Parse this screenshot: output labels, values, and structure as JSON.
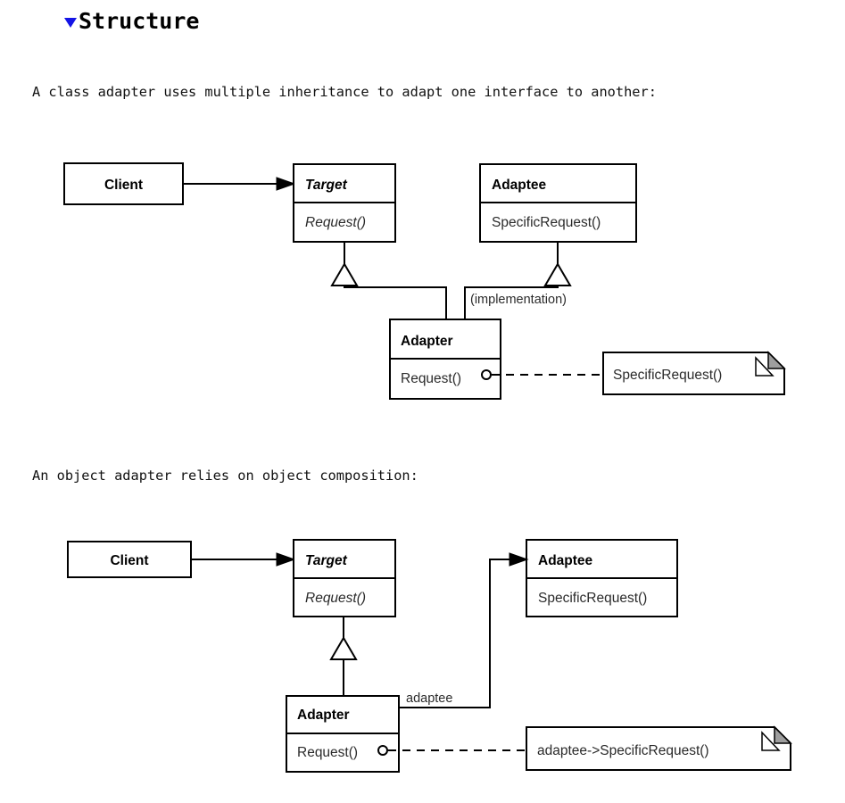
{
  "heading": {
    "toggle_icon": "triangle-down-icon",
    "toggle_color": "#1414e6",
    "text": "Structure"
  },
  "paragraphs": {
    "class_adapter": "A class adapter uses multiple inheritance to adapt one interface to another:",
    "object_adapter": "An object adapter relies on object composition:"
  },
  "figures": [
    {
      "id": "class-adapter-diagram",
      "caption_ref": "class_adapter",
      "classes": [
        {
          "key": "client",
          "name": "Client",
          "name_style": "bold",
          "operations": []
        },
        {
          "key": "target",
          "name": "Target",
          "name_style": "bold-italic",
          "operations": [
            "Request()"
          ],
          "operation_style": "italic"
        },
        {
          "key": "adaptee",
          "name": "Adaptee",
          "name_style": "bold",
          "operations": [
            "SpecificRequest()"
          ],
          "operation_style": "normal"
        },
        {
          "key": "adapter",
          "name": "Adapter",
          "name_style": "bold",
          "operations": [
            "Request()"
          ],
          "operation_style": "normal"
        }
      ],
      "edge_labels": [
        "(implementation)"
      ],
      "notes": [
        "SpecificRequest()"
      ]
    },
    {
      "id": "object-adapter-diagram",
      "caption_ref": "object_adapter",
      "classes": [
        {
          "key": "client",
          "name": "Client",
          "name_style": "bold",
          "operations": []
        },
        {
          "key": "target",
          "name": "Target",
          "name_style": "bold-italic",
          "operations": [
            "Request()"
          ],
          "operation_style": "italic"
        },
        {
          "key": "adaptee",
          "name": "Adaptee",
          "name_style": "bold",
          "operations": [
            "SpecificRequest()"
          ],
          "operation_style": "normal"
        },
        {
          "key": "adapter",
          "name": "Adapter",
          "name_style": "bold",
          "operations": [
            "Request()"
          ],
          "operation_style": "normal"
        }
      ],
      "edge_labels": [
        "adaptee"
      ],
      "notes": [
        "adaptee->SpecificRequest()"
      ]
    }
  ],
  "colors": {
    "background": "#ffffff",
    "line": "#000000",
    "text": "#2b2b2b",
    "note_fold": "#9e9e9e",
    "toggle": "#1414e6"
  }
}
